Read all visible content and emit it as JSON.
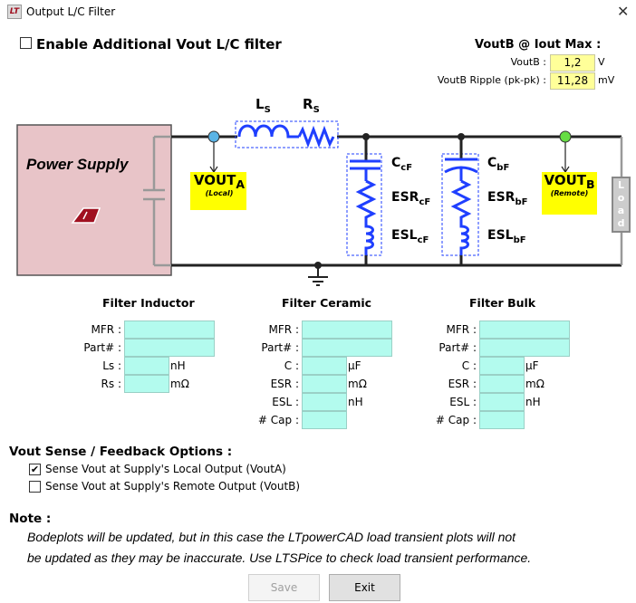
{
  "window": {
    "title": "Output L/C Filter",
    "close_icon": "close-icon"
  },
  "enable_filter": {
    "label": "Enable Additional Vout L/C filter",
    "checked": false
  },
  "voutb_summary": {
    "title": "VoutB @ Iout Max :",
    "vout_label": "VoutB :",
    "vout_value": "1,2",
    "vout_unit": "V",
    "ripple_label": "VoutB Ripple (pk-pk) :",
    "ripple_value": "11,28",
    "ripple_unit": "mV"
  },
  "schematic": {
    "power_supply": "Power Supply",
    "ls": "L",
    "ls_sub": "S",
    "rs": "R",
    "rs_sub": "S",
    "cc": "C",
    "cc_sub": "cF",
    "esrc": "ESR",
    "esrc_sub": "cF",
    "eslc": "ESL",
    "eslc_sub": "cF",
    "cb": "C",
    "cb_sub": "bF",
    "esrb": "ESR",
    "esrb_sub": "bF",
    "eslb": "ESL",
    "eslb_sub": "bF",
    "vouta": "VOUT",
    "vouta_sub": "A",
    "vouta_note": "(Local)",
    "voutb": "VOUT",
    "voutb_sub": "B",
    "voutb_note": "(Remote)",
    "load": "Load",
    "colors": {
      "supply_fill": "#e8c4c8",
      "component": "#1f3fff",
      "highlight": "#ffff00",
      "node_a": "#5ab4e6",
      "node_b": "#66dd44"
    }
  },
  "inductor": {
    "title": "Filter Inductor",
    "mfr": "MFR :",
    "part": "Part# :",
    "ls": "Ls :",
    "ls_unit": "nH",
    "rs": "Rs :",
    "rs_unit": "mΩ"
  },
  "ceramic": {
    "title": "Filter Ceramic",
    "mfr": "MFR :",
    "part": "Part# :",
    "c": "C :",
    "c_unit": "µF",
    "esr": "ESR :",
    "esr_unit": "mΩ",
    "esl": "ESL :",
    "esl_unit": "nH",
    "ncap": "# Cap :"
  },
  "bulk": {
    "title": "Filter Bulk",
    "mfr": "MFR :",
    "part": "Part# :",
    "c": "C :",
    "c_unit": "µF",
    "esr": "ESR :",
    "esr_unit": "mΩ",
    "esl": "ESL :",
    "esl_unit": "nH",
    "ncap": "# Cap :"
  },
  "sense": {
    "title": "Vout Sense / Feedback Options :",
    "local": "Sense Vout at Supply's Local Output (VoutA)",
    "local_checked": true,
    "remote": "Sense Vout at Supply's Remote Output (VoutB)",
    "remote_checked": false
  },
  "note": {
    "title": "Note :",
    "line1": "Bodeplots will be updated, but in this case the LTpowerCAD load transient plots will not",
    "line2": "be updated as they may be inaccurate. Use LTSPice to check load transient performance."
  },
  "buttons": {
    "save": "Save",
    "exit": "Exit"
  }
}
